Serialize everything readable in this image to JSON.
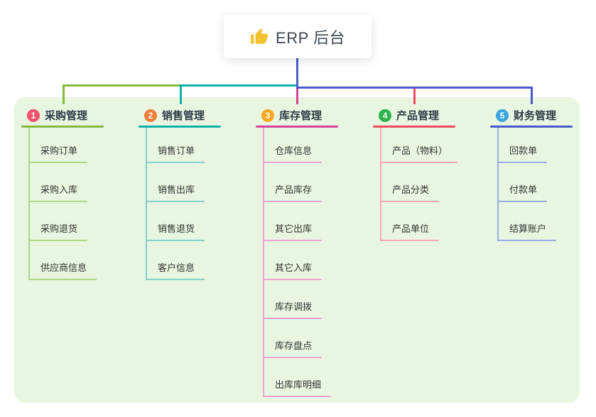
{
  "root": {
    "label": "ERP 后台",
    "icon": "thumbs-up-icon",
    "icon_color": "#f2c12e",
    "stem_color": "#4a5ccd"
  },
  "branches": [
    {
      "badge": "1",
      "label": "采购管理",
      "badge_color": "#f2526e",
      "line_color": "#85ba3f",
      "child_line_color": "#b0d683",
      "children": [
        "采购订单",
        "采购入库",
        "采购退货",
        "供应商信息"
      ]
    },
    {
      "badge": "2",
      "label": "销售管理",
      "badge_color": "#f57d3a",
      "line_color": "#0eb0a9",
      "child_line_color": "#82d2cc",
      "children": [
        "销售订单",
        "销售出库",
        "销售退货",
        "客户信息"
      ]
    },
    {
      "badge": "3",
      "label": "库存管理",
      "badge_color": "#f8a91f",
      "line_color": "#d8409c",
      "child_line_color": "#efa3d3",
      "children": [
        "仓库信息",
        "产品库存",
        "其它出库",
        "其它入库",
        "库存调拨",
        "库存盘点",
        "出库库明细"
      ]
    },
    {
      "badge": "4",
      "label": "产品管理",
      "badge_color": "#2cb34a",
      "line_color": "#ee4a5f",
      "child_line_color": "#f8a9b3",
      "children": [
        "产品（物料）",
        "产品分类",
        "产品单位"
      ]
    },
    {
      "badge": "5",
      "label": "财务管理",
      "badge_color": "#3ba4df",
      "line_color": "#4659cc",
      "child_line_color": "#9aabe7",
      "children": [
        "回款单",
        "付款单",
        "结算账户"
      ]
    }
  ]
}
